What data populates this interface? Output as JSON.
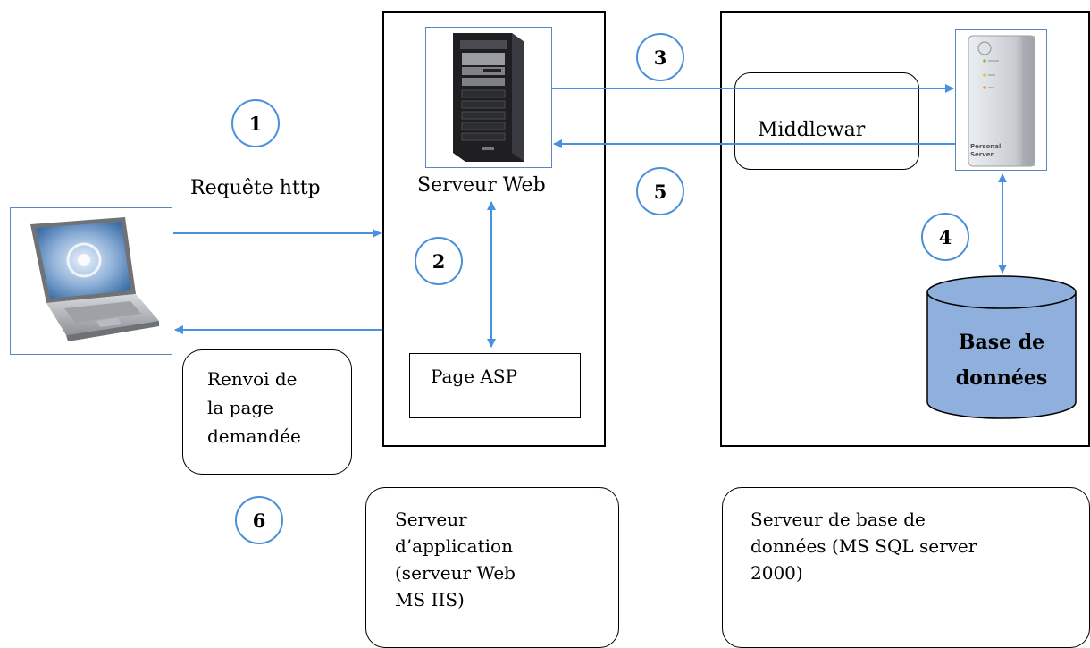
{
  "steps": [
    "1",
    "2",
    "3",
    "4",
    "5",
    "6"
  ],
  "labels": {
    "request": "Requête http",
    "web_server": "Serveur Web",
    "asp_page": "Page ASP",
    "middleware": "Middlewar",
    "database": "Base de\ndonnées",
    "response": "Renvoi de\nla page\ndemandée",
    "app_server": "Serveur\nd’application\n(serveur Web\nMS IIS)",
    "db_server": "Serveur de base de\ndonnées (MS SQL server\n2000)"
  },
  "device_labels": {
    "personal_server": "Personal\nServer"
  },
  "colors": {
    "arrow": "#4a90e2",
    "step_circle_border": "#4a90d9",
    "database_fill": "#8fb0dc",
    "image_frame": "#5b86c0"
  },
  "icons": {
    "client": "laptop-icon",
    "web_server": "tower-server-icon",
    "db_device": "personal-server-icon",
    "database": "database-cylinder-icon"
  }
}
